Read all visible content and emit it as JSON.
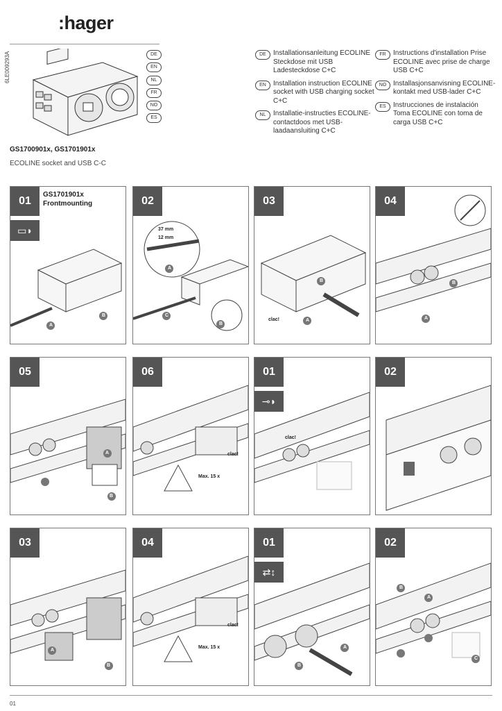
{
  "header": {
    "logo": ":hager",
    "doc_number": "6LE009293A",
    "model": "GS1700901x, GS1701901x",
    "subtitle": "ECOLINE socket and USB C-C",
    "languages": [
      "DE",
      "EN",
      "NL",
      "FR",
      "NO",
      "ES"
    ]
  },
  "instructions": {
    "left": [
      {
        "code": "DE",
        "text": "Installationsanleitung ECOLINE Steckdose mit USB Ladesteckdose C+C"
      },
      {
        "code": "EN",
        "text": "Installation instruction ECOLINE socket with USB charging socket C+C"
      },
      {
        "code": "NL",
        "text": "Installatie-instructies ECOLINE-contactdoos met USB-laadaansluiting C+C"
      }
    ],
    "right": [
      {
        "code": "FR",
        "text": "Instructions d'installation Prise ECOLINE avec prise de charge USB C+C"
      },
      {
        "code": "NO",
        "text": "Installasjonsanvisning ECOLINE-kontakt med USB-lader C+C"
      },
      {
        "code": "ES",
        "text": "Instrucciones de instalación Toma ECOLINE con toma de carga USB C+C"
      }
    ]
  },
  "panels": [
    {
      "step": "01",
      "title": "GS1701901x Frontmounting",
      "icon": "socket-plug-icon",
      "notes": {
        "a": "A",
        "b": "B"
      }
    },
    {
      "step": "02",
      "notes": {
        "len1": "37 mm",
        "len2": "12 mm",
        "a": "A",
        "b": "B",
        "c": "C"
      }
    },
    {
      "step": "03",
      "notes": {
        "clac": "clac!",
        "a": "A",
        "b": "B"
      }
    },
    {
      "step": "04",
      "notes": {
        "a": "A",
        "b": "B"
      }
    },
    {
      "step": "05",
      "notes": {
        "a": "A",
        "b": "B"
      }
    },
    {
      "step": "06",
      "notes": {
        "max": "Max. 15 x",
        "clac": "clac!"
      }
    },
    {
      "step": "01",
      "icon": "plug-disconnect-icon",
      "notes": {
        "clac": "clac!"
      }
    },
    {
      "step": "02",
      "notes": {}
    },
    {
      "step": "03",
      "notes": {
        "a": "A",
        "b": "B"
      }
    },
    {
      "step": "04",
      "notes": {
        "max": "Max. 15 x",
        "clac": "clac!"
      }
    },
    {
      "step": "01",
      "icon": "move-arrows-icon",
      "notes": {
        "a": "A",
        "b": "B"
      }
    },
    {
      "step": "02",
      "notes": {
        "a": "A",
        "b": "B",
        "c": "C"
      }
    }
  ],
  "footer": {
    "page": "01"
  }
}
